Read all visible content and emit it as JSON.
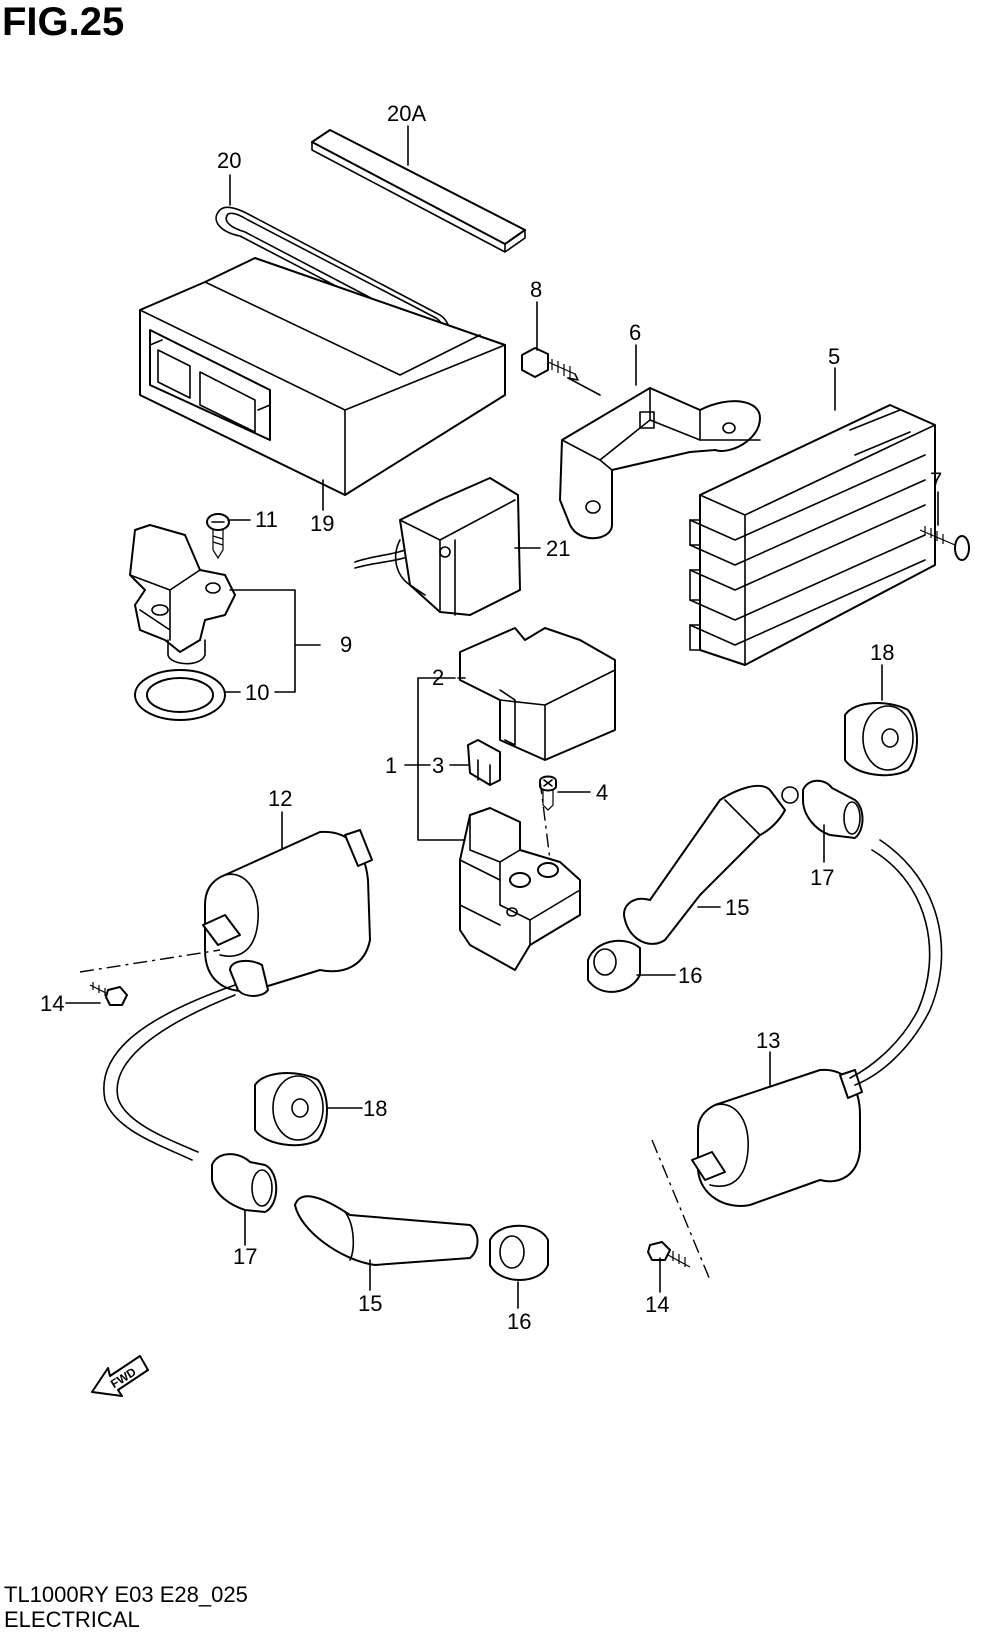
{
  "figure": {
    "title": "FIG.25",
    "model_code": "TL1000RY E03 E28_025",
    "section": "ELECTRICAL"
  },
  "callouts": [
    "20A",
    "20",
    "8",
    "6",
    "5",
    "7",
    "19",
    "11",
    "21",
    "9",
    "10",
    "2",
    "1",
    "3",
    "4",
    "18",
    "12",
    "17",
    "15",
    "16",
    "14",
    "18",
    "17",
    "15",
    "16",
    "13",
    "14"
  ],
  "direction_arrow": {
    "label": "FWD",
    "icon": "fwd-arrow-icon"
  }
}
